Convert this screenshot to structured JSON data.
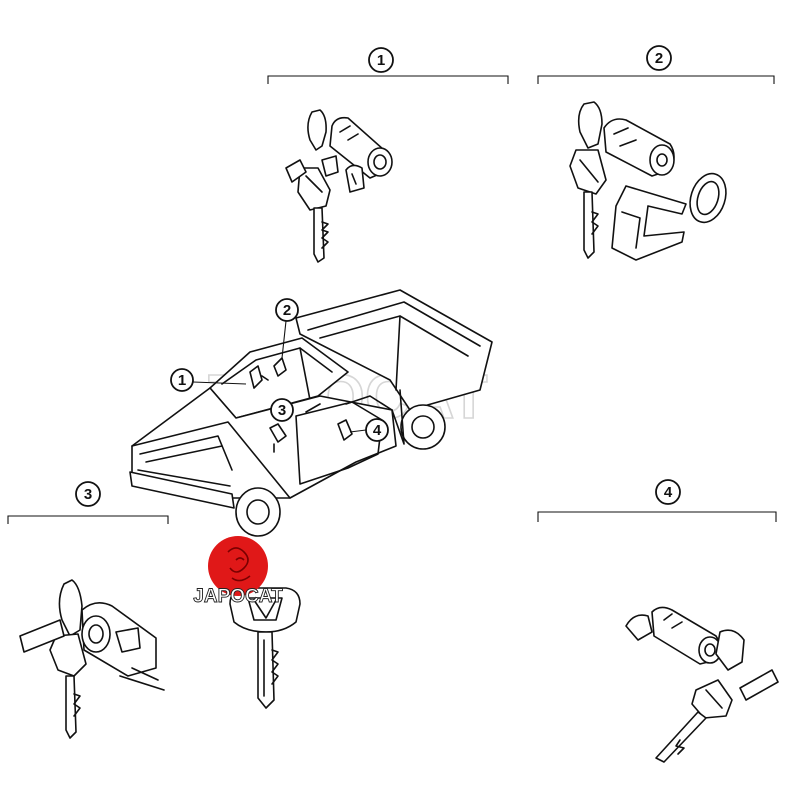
{
  "group_labels": {
    "g1": "1",
    "g2": "2",
    "g3": "3",
    "g4": "4"
  },
  "callouts": {
    "c1": "1",
    "c2": "2",
    "c3": "3",
    "c4": "4"
  },
  "watermark": {
    "text": "JAPOCAT"
  },
  "logo": {
    "text": "JAPOCAT",
    "color": "#e01818"
  },
  "icons": {
    "truck": "pickup-truck-drawing",
    "key": "ignition-key-drawing",
    "cylinder": "lock-cylinder-drawing"
  }
}
